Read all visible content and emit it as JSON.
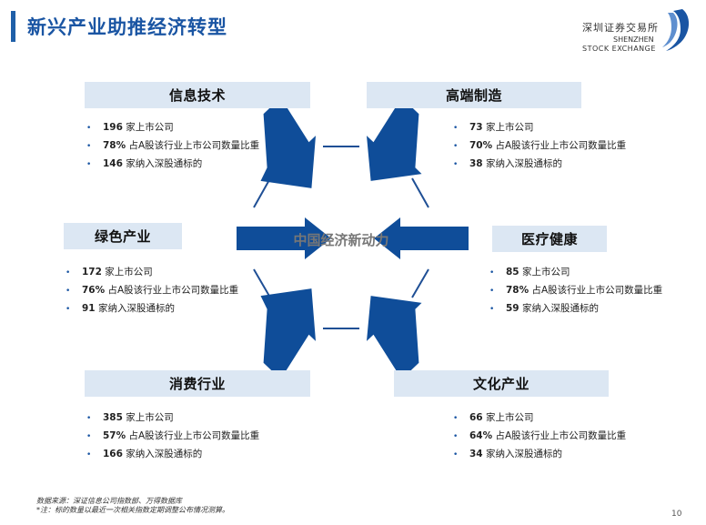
{
  "page": {
    "title": "新兴产业助推经济转型",
    "page_number": "10"
  },
  "logo": {
    "name_cn": "深圳证券交易所",
    "name_en_line1": "SHENZHEN",
    "name_en_line2": "STOCK EXCHANGE"
  },
  "center": {
    "label": "中国经济新动力"
  },
  "colors": {
    "accent": "#1a55a3",
    "arrow": "#0f4d99",
    "box": "#dce7f3",
    "hexagon": "#1f4f95"
  },
  "industries": [
    {
      "key": "it",
      "label": "信息技术",
      "stats": [
        {
          "num": "196",
          "text": " 家上市公司"
        },
        {
          "num": "78%",
          "text": " 占A股该行业上市公司数量比重"
        },
        {
          "num": "146",
          "text": " 家纳入深股通标的"
        }
      ]
    },
    {
      "key": "high-end-manufacturing",
      "label": "高端制造",
      "stats": [
        {
          "num": "73",
          "text": " 家上市公司"
        },
        {
          "num": "70%",
          "text": " 占A股该行业上市公司数量比重"
        },
        {
          "num": "38",
          "text": " 家纳入深股通标的"
        }
      ]
    },
    {
      "key": "green",
      "label": "绿色产业",
      "stats": [
        {
          "num": "172",
          "text": " 家上市公司"
        },
        {
          "num": "76%",
          "text": " 占A股该行业上市公司数量比重"
        },
        {
          "num": "91",
          "text": " 家纳入深股通标的"
        }
      ]
    },
    {
      "key": "healthcare",
      "label": "医疗健康",
      "stats": [
        {
          "num": "85",
          "text": " 家上市公司"
        },
        {
          "num": "78%",
          "text": " 占A股该行业上市公司数量比重"
        },
        {
          "num": "59",
          "text": " 家纳入深股通标的"
        }
      ]
    },
    {
      "key": "consumer",
      "label": "消费行业",
      "stats": [
        {
          "num": "385",
          "text": " 家上市公司"
        },
        {
          "num": "57%",
          "text": " 占A股该行业上市公司数量比重"
        },
        {
          "num": "166",
          "text": " 家纳入深股通标的"
        }
      ]
    },
    {
      "key": "culture",
      "label": "文化产业",
      "stats": [
        {
          "num": "66",
          "text": " 家上市公司"
        },
        {
          "num": "64%",
          "text": " 占A股该行业上市公司数量比重"
        },
        {
          "num": "34",
          "text": " 家纳入深股通标的"
        }
      ]
    }
  ],
  "footer": {
    "source": "数据来源：深证信息公司指数部、万得数据库",
    "note": "*注：标的数量以最近一次相关指数定期调整公布情况测算。"
  }
}
